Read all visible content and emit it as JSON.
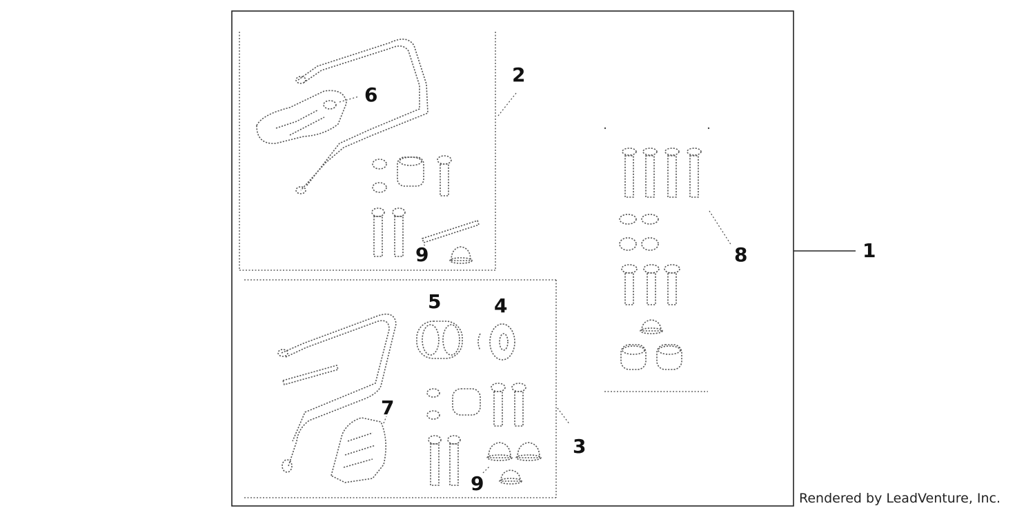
{
  "callouts": {
    "c1": "1",
    "c2": "2",
    "c3": "3",
    "c4": "4",
    "c5": "5",
    "c6": "6",
    "c7": "7",
    "c8": "8",
    "c9a": "9",
    "c9b": "9"
  },
  "credit": "Rendered by LeadVenture, Inc."
}
